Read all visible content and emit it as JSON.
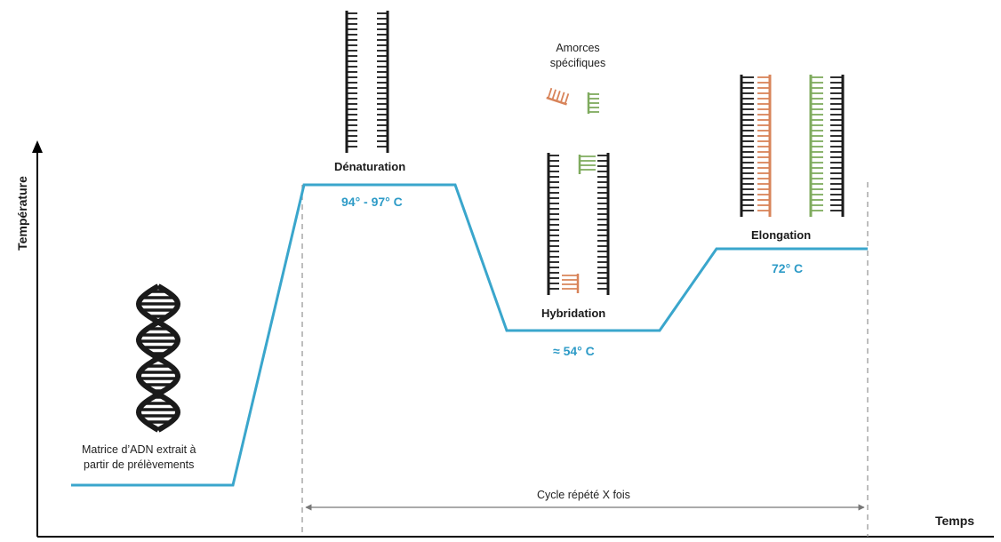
{
  "axes": {
    "y_label": "Température",
    "x_label": "Temps"
  },
  "steps": {
    "template": {
      "line1": "Matrice d’ADN extrait à",
      "line2": "partir de prélèvements"
    },
    "denaturation": {
      "label": "Dénaturation",
      "temperature": "94° - 97° C"
    },
    "primers": {
      "line1": "Amorces",
      "line2": "spécifiques"
    },
    "hybridation": {
      "label": "Hybridation",
      "temperature": "≈ 54° C"
    },
    "elongation": {
      "label": "Elongation",
      "temperature": "72° C"
    }
  },
  "cycle": {
    "label": "Cycle répété X fois"
  },
  "colors": {
    "profile_line": "#3aa6cc",
    "temperature_text": "#2e9bc7",
    "dna_strand": "#1a1a1a",
    "primer_orange": "#d8845a",
    "primer_green": "#7fab5e",
    "dashed_line": "#9a9a9a"
  },
  "icons": [
    "dna-helix-icon",
    "denatured-dna-icon",
    "primer-icon",
    "hybridized-dna-icon",
    "elongated-dna-icon"
  ]
}
